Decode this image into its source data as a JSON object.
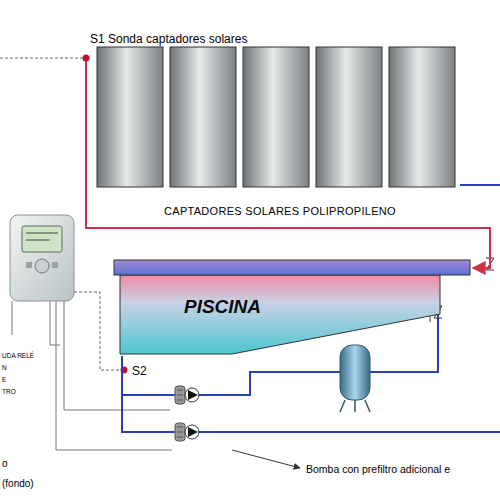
{
  "diagram": {
    "nodes": [
      {
        "text": [
          "CAPTADORES SOLARES POLIPROPILENO"
        ]
      },
      {
        "text": [
          "PISCINA"
        ]
      }
    ],
    "edges": [
      {
        "from": 0,
        "to": 1,
        "arrow": "to"
      }
    ],
    "labels": [
      "S1 Sonda captadores solares",
      "S2",
      "UDA RELÉ",
      "N",
      "E",
      "TRO",
      "o",
      "(fondo)",
      "Bomba con prefiltro adicional e"
    ]
  }
}
